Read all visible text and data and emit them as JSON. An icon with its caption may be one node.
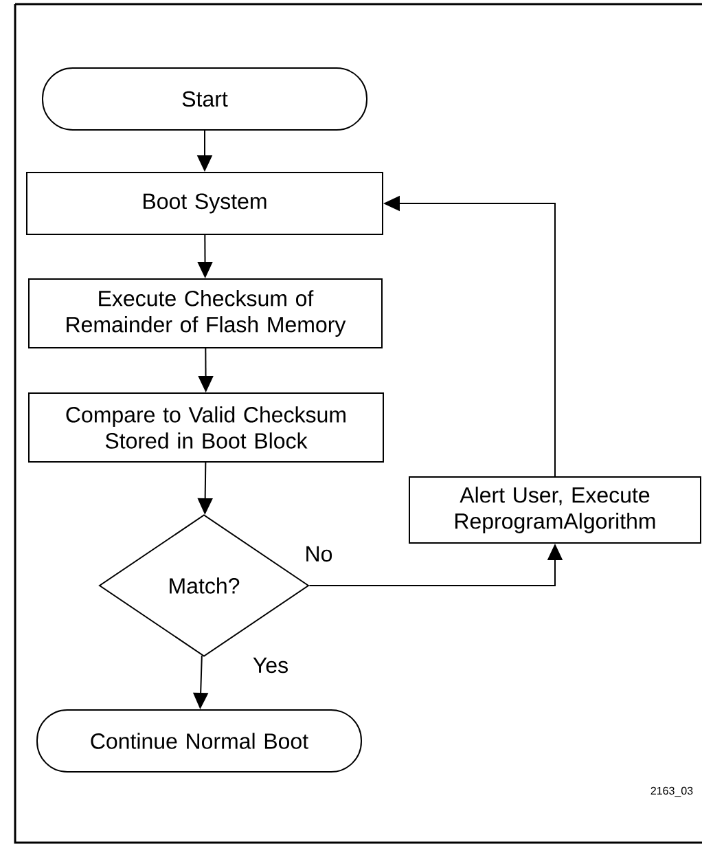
{
  "diagram": {
    "nodes": [
      {
        "text": [
          "Start"
        ]
      },
      {
        "text": [
          "Boot System"
        ]
      },
      {
        "text": [
          "Execute Checksum of Remainder of Flash Memory"
        ]
      },
      {
        "text": [
          "Compare to Valid Checksum Stored in Boot Block"
        ]
      },
      {
        "text": [
          "Match?"
        ]
      },
      {
        "text": [
          "Continue Normal Boot"
        ]
      },
      {
        "text": [
          "Alert User, Execute ReprogramAlgorithm"
        ]
      }
    ],
    "edges": [
      {
        "from": 0,
        "to": 1,
        "arrow": "to"
      },
      {
        "from": 1,
        "to": 2,
        "arrow": "to"
      },
      {
        "from": 2,
        "to": 3,
        "arrow": "to"
      },
      {
        "from": 3,
        "to": 4,
        "arrow": "to"
      },
      {
        "from": 4,
        "to": 5,
        "arrow": "to",
        "label": "Yes"
      },
      {
        "from": 4,
        "to": 6,
        "arrow": "to",
        "label": "No"
      },
      {
        "from": 6,
        "to": 1,
        "arrow": "to"
      }
    ],
    "labels": [
      "2163_03"
    ]
  }
}
